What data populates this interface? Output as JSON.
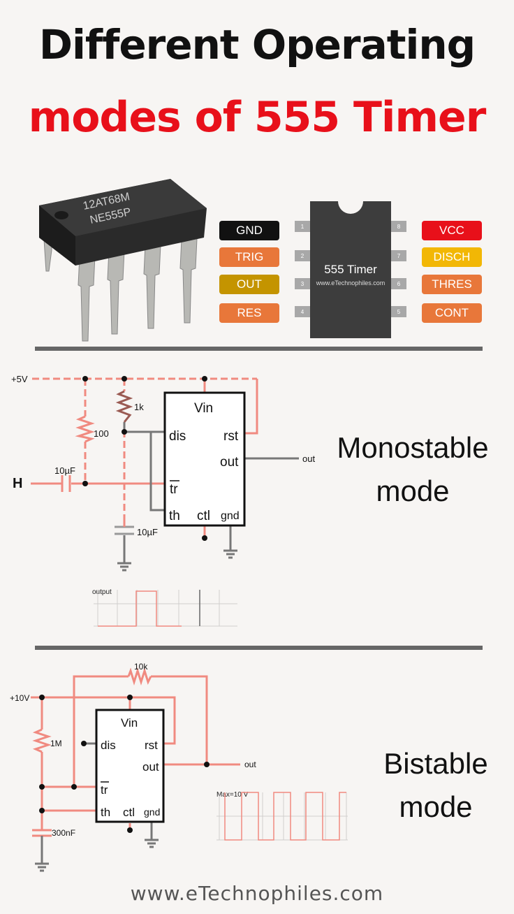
{
  "title": {
    "line1": "Different Operating",
    "line2": "modes of 555 Timer"
  },
  "chip_photo": {
    "marking_line1": "12AT68M",
    "marking_line2": "NE555P"
  },
  "pinout": {
    "ic_label": "555 Timer",
    "ic_sublabel": "www.eTechnophiles.com",
    "left_pins": [
      {
        "name": "GND",
        "number": "1",
        "color": "#111111"
      },
      {
        "name": "TRIG",
        "number": "2",
        "color": "#e8773a"
      },
      {
        "name": "OUT",
        "number": "3",
        "color": "#c49400"
      },
      {
        "name": "RES",
        "number": "4",
        "color": "#e8773a"
      }
    ],
    "right_pins": [
      {
        "name": "VCC",
        "number": "8",
        "color": "#e8101a"
      },
      {
        "name": "DISCH",
        "number": "7",
        "color": "#f2b705"
      },
      {
        "name": "THRES",
        "number": "6",
        "color": "#e8773a"
      },
      {
        "name": "CONT",
        "number": "5",
        "color": "#e8773a"
      }
    ]
  },
  "monostable": {
    "mode_label_line1": "Monostable",
    "mode_label_line2": "mode",
    "supply": "+5V",
    "r1": "1k",
    "r2": "100",
    "c_in": "10µF",
    "c_timing": "10µF",
    "input_label": "H",
    "output_label": "out",
    "scope_label": "output",
    "pins": {
      "vin": "Vin",
      "dis": "dis",
      "rst": "rst",
      "out": "out",
      "tr": "tr",
      "th": "th",
      "ctl": "ctl",
      "gnd": "gnd"
    }
  },
  "bistable": {
    "mode_label_line1": "Bistable",
    "mode_label_line2": "mode",
    "supply": "+10V",
    "r_feedback": "10k",
    "r1": "1M",
    "c1": "300nF",
    "output_label": "out",
    "scope_label": "Max=10 V",
    "pins": {
      "vin": "Vin",
      "dis": "dis",
      "rst": "rst",
      "out": "out",
      "tr": "tr",
      "th": "th",
      "ctl": "ctl",
      "gnd": "gnd"
    }
  },
  "footer": "www.eTechnophiles.com",
  "colors": {
    "wire_red": "#f08a80",
    "wire_gray": "#777777",
    "divider": "#666666"
  }
}
